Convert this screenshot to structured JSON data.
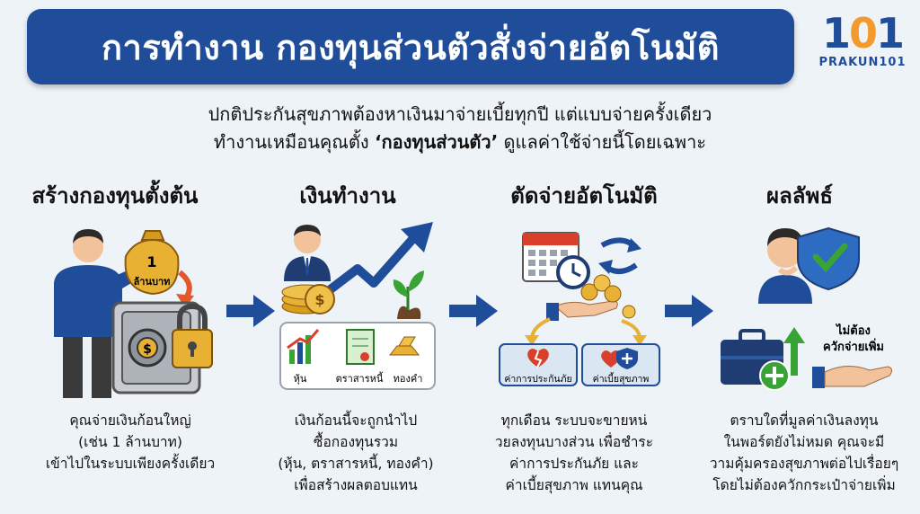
{
  "title": "การทำงาน กองทุนส่วนตัวสั่งจ่ายอัตโนมัติ",
  "logo": {
    "mark_a": "1",
    "mark_b": "0",
    "mark_c": "1",
    "name": "PRAKUN101"
  },
  "intro": {
    "line1": "ปกติประกันสุขภาพต้องหาเงินมาจ่ายเบี้ยทุกปี แต่แบบจ่ายครั้งเดียว",
    "line2_prefix": "ทำงานเหมือนคุณตั้ง ",
    "line2_bold": "‘กองทุนส่วนตัว’",
    "line2_suffix": " ดูแลค่าใช้จ่ายนี้โดยเฉพาะ"
  },
  "steps": [
    {
      "title": "สร้างกองทุนตั้งต้น",
      "bag_label_1": "1",
      "bag_label_2": "ล้านบาท",
      "caption": [
        "คุณจ่ายเงินก้อนใหญ่",
        "(เช่น 1 ล้านบาท)",
        "เข้าไปในระบบเพียงครั้งเดียว"
      ]
    },
    {
      "title": "เงินทำงาน",
      "assets": [
        "หุ้น",
        "ตราสารหนี้",
        "ทองคำ"
      ],
      "caption": [
        "เงินก้อนนี้จะถูกนำไป",
        "ซื้อกองทุนรวม",
        "(หุ้น, ตราสารหนี้, ทองคำ)",
        "เพื่อสร้างผลตอบแทน"
      ]
    },
    {
      "title": "ตัดจ่ายอัตโนมัติ",
      "boxes": [
        "ค่าการประกันภัย",
        "ค่าเบี้ยสุขภาพ"
      ],
      "caption": [
        "ทุกเดือน ระบบจะขายหน่",
        "วยลงทุนบางส่วน เพื่อชำระ",
        "ค่าการประกันภัย และ",
        "ค่าเบี้ยสุขภาพ แทนคุณ"
      ]
    },
    {
      "title": "ผลลัพธ์",
      "badge_1": "ไม่ต้อง",
      "badge_2": "ควักจ่ายเพิ่ม",
      "caption": [
        "ตราบใดที่มูลค่าเงินลงทุน",
        "ในพอร์ตยังไม่หมด คุณจะมี",
        "วามคุ้มครองสุขภาพต่อไปเรื่อยๆ",
        "โดยไม่ต้องควักกระเป๋าจ่ายเพิ่ม"
      ]
    }
  ],
  "colors": {
    "navy": "#1f4d9a",
    "orange": "#f29a2e",
    "gold": "#e9b133",
    "green": "#3aa335",
    "red": "#d9402b"
  }
}
